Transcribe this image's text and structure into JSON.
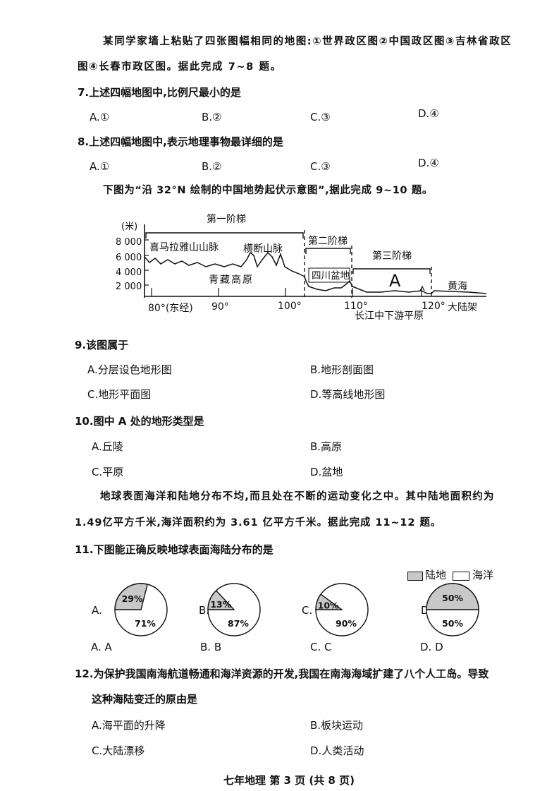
{
  "intro1": {
    "line1": "某同学家墙上粘贴了四张图幅相同的地图:①世界政区图②中国政区图③吉林省政区",
    "line2": "图④长春市政区图。据此完成 7~8 题。"
  },
  "q7": {
    "stem": "7.上述四幅地图中,比例尺最小的是",
    "options": [
      "A.①",
      "B.②",
      "C.③",
      "D.④"
    ]
  },
  "q8": {
    "stem": "8.上述四幅地图中,表示地理事物最详细的是",
    "options": [
      "A.①",
      "B.②",
      "C.③",
      "D.④"
    ]
  },
  "intro2": "下图为“沿 32°N 绘制的中国地势起伏示意图”,据此完成 9~10 题。",
  "profile": {
    "unit": "(米)",
    "y_ticks": [
      "8 000",
      "6 000",
      "4 000",
      "2 000"
    ],
    "x_ticks": [
      "80°(东经)",
      "90°",
      "100°",
      "110°",
      "120°"
    ],
    "steps": [
      "第一阶梯",
      "第二阶梯",
      "第三阶梯"
    ],
    "labels": {
      "himalaya": "喜马拉雅山山脉",
      "hengduan": "横断山脉",
      "qingzang": "青藏高原",
      "sichuan": "四川盆地",
      "a": "A",
      "huanghai": "黄海",
      "changjiang": "长江中下游平原",
      "shelf": "大陆架"
    }
  },
  "q9": {
    "stem": "9.该图属于",
    "options": [
      "A.分层设色地形图",
      "B.地形剖面图",
      "C.地形平面图",
      "D.等高线地形图"
    ]
  },
  "q10": {
    "stem": "10.图中 A 处的地形类型是",
    "options": [
      "A.丘陵",
      "B.高原",
      "C.平原",
      "D.盆地"
    ]
  },
  "intro3": {
    "line1": "地球表面海洋和陆地分布不均,而且处在不断的运动变化之中。其中陆地面积约为",
    "line2": "1.49亿平方千米,海洋面积约为 3.61 亿平方千米。据此完成 11~12 题。"
  },
  "q11": {
    "stem": "11.下图能正确反映地球表面海陆分布的是",
    "legend": {
      "land": "陆地",
      "ocean": "海洋"
    },
    "colors": {
      "land": "#c8c8c8",
      "ocean": "#ffffff"
    },
    "pies": [
      {
        "letter": "A.",
        "land_label": "29%",
        "ocean_label": "71%",
        "land_pct": 29,
        "option": "A. A"
      },
      {
        "letter": "B.",
        "land_label": "13%",
        "ocean_label": "87%",
        "land_pct": 13,
        "option": "B. B"
      },
      {
        "letter": "C.",
        "land_label": "10%",
        "ocean_label": "90%",
        "land_pct": 10,
        "option": "C. C"
      },
      {
        "letter": "D.",
        "land_label": "50%",
        "ocean_label": "50%",
        "land_pct": 50,
        "option": "D. D"
      }
    ]
  },
  "q12": {
    "line1": "12.为保护我国南海航道畅通和海洋资源的开发,我国在南海海域扩建了八个人工岛。导致",
    "line2": "这种海陆变迁的原由是",
    "options": [
      "A.海平面的升降",
      "B.板块运动",
      "C.大陆漂移",
      "D.人类活动"
    ]
  },
  "footer": "七年地理   第 3 页   (共 8 页)"
}
